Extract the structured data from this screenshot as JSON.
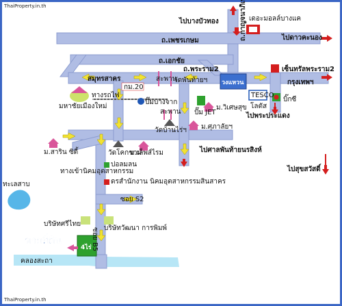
{
  "watermark": "ThaiProperty.in.th",
  "watermark_bottom": "ThaiProperty.in.th",
  "labels": {
    "bangbuathong": "ไปบางบัวทอง",
    "central_bangkae": "เดอะมอลล์บางแค",
    "kanchanapisek_road": "ถ.กาญจนาภิเษก",
    "dao_khanong": "ไปดาวคะนอง",
    "phetkasem_road": "ถ.เพชรเกษม",
    "ekachai_road": "ถ.เอกชัย",
    "rama2_road": "ถ.พระราม2",
    "ring_road": "วงแหวน",
    "central_rama2": "เซ็นทรัลพระราม2",
    "samut_sakhon": "สมุทรสาคร",
    "krungthep": "กรุงเทพฯ",
    "km20": "กม.20",
    "saphan1": "สะพาน",
    "wat_phanthai": "วัดพันท้ายฯ",
    "mahachai_mueang_mai": "มหาชัยเมืองใหม่",
    "rail_crossing": "ทางรถไฟ",
    "pump_bangjak": "ปั๊มบางจาก",
    "saphan2": "สะพาน",
    "pump_jet": "ปั๊ม JET",
    "tesco_lotus": "โลตัส",
    "tesco_brand": "TESCO",
    "big_c": "บิ๊กซี",
    "to_phrapradaeng": "ไปพระประแดง",
    "wat_bantai": "วัดบ้านไร่ฯ",
    "mo_wisetsuk": "ม.วิเศษสุข",
    "mo_sukonthachai": "ม.ศุภาลัยฯ",
    "mo_sarinsiri": "ม.สาริน ซิตี้",
    "mo_lepsin": "ม.เล็พส์ไรม",
    "wat_khok_kham": "วัดโคกขาม",
    "to_sanphanthai": "ไปศาลพันท้ายนรสิงห์",
    "stadium": "ปอลมลน",
    "industrial_estate": "ทางเข้านิคมอุตสาหกรรม",
    "office_industrial": "ดรสำนักงาน นิคมอุตสาหกรรมสินสาคร",
    "to_suksawat": "ไปสุขสวัสดิ์",
    "soi_s2": "ซอย S2",
    "sea": "ทะเลสาบ",
    "company_srithai": "บริษัทศรีไทย",
    "company_printing": "บริษัทวัฒนา การพิมพ์",
    "for_sale": "ขายที่ดิน",
    "plot_label": "4ไร่",
    "canal": "คลองสะถา",
    "soi_b5": "ซอย B5"
  },
  "colors": {
    "road": "#b0bde4",
    "road_edge": "#8b9ccf",
    "border": "#3b66c5",
    "arrow": "#f2e232",
    "accent_red": "#d41e1e",
    "house_pink": "#d9559a",
    "plot_green": "#2ea12e"
  }
}
